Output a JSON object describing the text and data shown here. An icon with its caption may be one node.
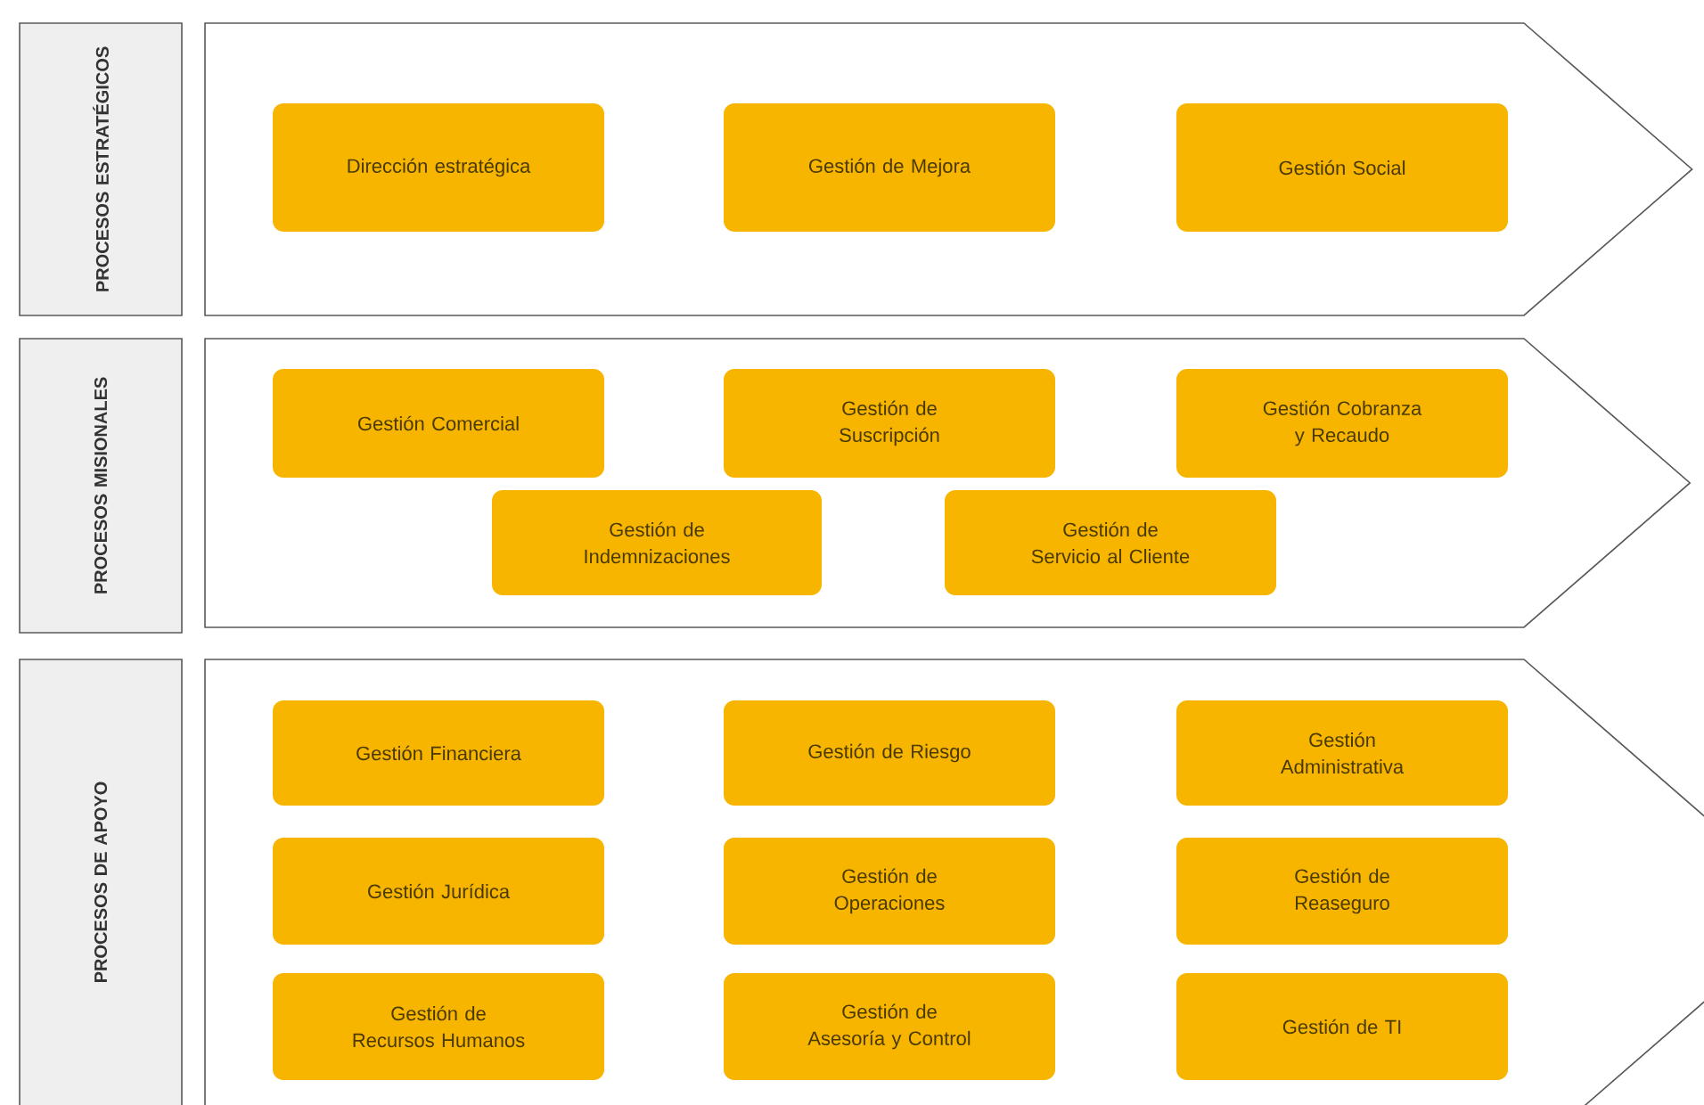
{
  "diagram": {
    "nodes": [
      {
        "text": [
          "PROCESOS ESTRATÉGICOS"
        ]
      },
      {
        "text": [],
        "shape": "chevron"
      },
      {
        "text": [
          "Dirección estratégica"
        ],
        "in": 1
      },
      {
        "text": [
          "Gestión de Mejora"
        ],
        "in": 1
      },
      {
        "text": [
          "Gestión Social"
        ],
        "in": 1
      },
      {
        "text": [
          "PROCESOS MISIONALES"
        ]
      },
      {
        "text": [],
        "shape": "chevron"
      },
      {
        "text": [
          "Gestión Comercial"
        ],
        "in": 6
      },
      {
        "text": [
          "Gestión de Suscripción"
        ],
        "in": 6
      },
      {
        "text": [
          "Gestión Cobranza y Recaudo"
        ],
        "in": 6
      },
      {
        "text": [
          "Gestión de Indemnizaciones"
        ],
        "in": 6
      },
      {
        "text": [
          "Gestión de Servicio al Cliente"
        ],
        "in": 6
      },
      {
        "text": [
          "PROCESOS DE APOYO"
        ]
      },
      {
        "text": [],
        "shape": "chevron"
      },
      {
        "text": [
          "Gestión Financiera"
        ],
        "in": 13
      },
      {
        "text": [
          "Gestión de Riesgo"
        ],
        "in": 13
      },
      {
        "text": [
          "Gestión Administrativa"
        ],
        "in": 13
      },
      {
        "text": [
          "Gestión Jurídica"
        ],
        "in": 13
      },
      {
        "text": [
          "Gestión de Operaciones"
        ],
        "in": 13
      },
      {
        "text": [
          "Gestión de Reaseguro"
        ],
        "in": 13
      },
      {
        "text": [
          "Gestión de Recursos Humanos"
        ],
        "in": 13
      },
      {
        "text": [
          "Gestión de Asesoría y Control"
        ],
        "in": 13
      },
      {
        "text": [
          "Gestión de TI"
        ],
        "in": 13
      }
    ]
  }
}
